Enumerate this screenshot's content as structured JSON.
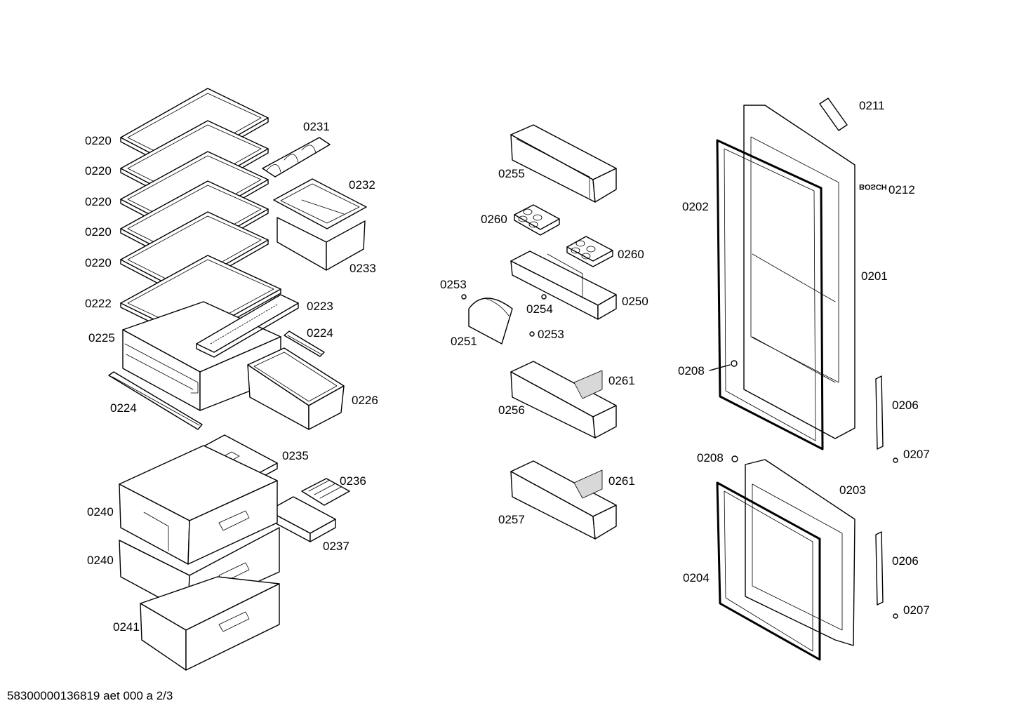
{
  "labels": {
    "p0220": "0220",
    "p0222": "0222",
    "p0225": "0225",
    "p0224": "0224",
    "p0231": "0231",
    "p0232": "0232",
    "p0233": "0233",
    "p0223": "0223",
    "p0226": "0226",
    "p0235": "0235",
    "p0236": "0236",
    "p0237": "0237",
    "p0240": "0240",
    "p0241": "0241",
    "p0255": "0255",
    "p0260": "0260",
    "p0253": "0253",
    "p0254": "0254",
    "p0250": "0250",
    "p0251": "0251",
    "p0256": "0256",
    "p0261": "0261",
    "p0257": "0257",
    "p0211": "0211",
    "p0212": "0212",
    "p0202": "0202",
    "p0201": "0201",
    "p0208": "0208",
    "p0206": "0206",
    "p0207": "0207",
    "p0203": "0203",
    "p0204": "0204"
  },
  "brand_mark": "BOSCH",
  "footer": "58300000136819 aet 000 a 2/3"
}
